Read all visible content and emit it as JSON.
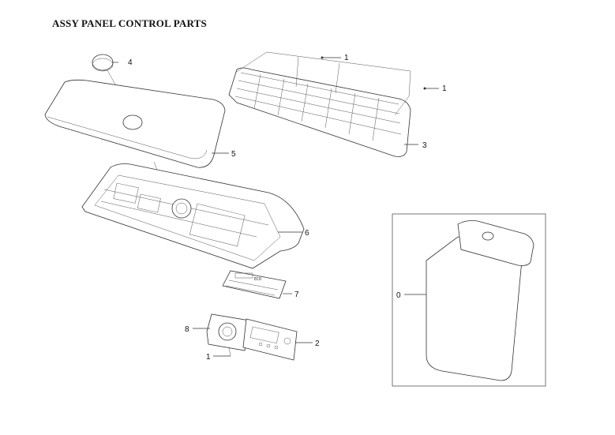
{
  "title": "ASSY PANEL CONTROL PARTS",
  "callouts": {
    "c1a": "1",
    "c1b": "1",
    "c3": "3",
    "c4": "4",
    "c5": "5",
    "c6": "6",
    "c7": "7",
    "c8": "8",
    "c1c": "1",
    "c2": "2",
    "c0": "0"
  },
  "overlay_text": "ECO"
}
